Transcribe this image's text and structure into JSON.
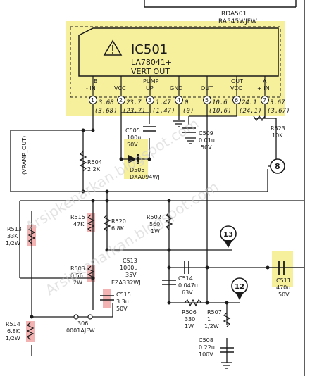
{
  "ic": {
    "ref": "IC501",
    "part": "LA78041+",
    "func": "VERT OUT",
    "header_ref": "RDA501",
    "header_part": "RA545WJFW",
    "pin_labels": {
      "b_in_top": "B",
      "b_in_bottom": "- IN",
      "vcc": "VCC",
      "pump_top": "PUMP",
      "pump_bottom": "UP",
      "gnd": "GND",
      "out": "OUT",
      "outvcc_top": "OUT",
      "outvcc_bottom": "VCC",
      "a_in_top": "A",
      "a_in_bottom": "+ IN"
    },
    "pins": [
      "1",
      "2",
      "3",
      "4",
      "5",
      "6",
      "7"
    ],
    "voltages": [
      "3.68",
      "23.7",
      "1.47",
      "0",
      "10.6",
      "24.1",
      "3.67"
    ],
    "voltages_alt": [
      "(3.68)",
      "(23.7)",
      "(1.47)",
      "(0)",
      "(10.6)",
      "(24.1)",
      "(3.67)"
    ]
  },
  "labels": {
    "vramp": "(VRAMP_OUT)",
    "d505_ref": "D505",
    "d505_part": "DXA094WJ",
    "c505_ref": "C505",
    "c505_val": "100u",
    "c505_v": "50V",
    "c509_ref": "C509",
    "c509_val": "0.01u",
    "c509_v": "50V",
    "r523_ref": "R523",
    "r523_val": "10K",
    "r504_ref": "R504",
    "r504_val": "2.2K",
    "r515_ref": "R515",
    "r515_val": "47K",
    "r520_ref": "R520",
    "r520_val": "6.8K",
    "r502_ref": "R502",
    "r502_val": "560",
    "r502_w": "1W",
    "r513_ref": "R513",
    "r513_val": "33K",
    "r513_w": "1/2W",
    "r503_ref": "R503",
    "r503_val": "0.56",
    "r503_w": "2W",
    "c513_ref": "C513",
    "c513_val": "1000u",
    "c513_v": "35V",
    "c513_part": "EZA332WJ",
    "c514_ref": "C514",
    "c514_val": "0.047u",
    "c514_v": "63V",
    "c515_ref": "C515",
    "c515_val": "3.3u",
    "c515_v": "50V",
    "c511_ref": "C511",
    "c511_val": "470u",
    "c511_v": "50V",
    "r514_ref": "R514",
    "r514_val": "6.8K",
    "r514_w": "1/2W",
    "p306_ref": "306",
    "p306_part": "0001AJFW",
    "r506_ref": "R506",
    "r506_val": "330",
    "r506_w": "1W",
    "r507_ref": "R507",
    "r507_val": "1",
    "r507_w": "1/2W",
    "c508_ref": "C508",
    "c508_val": "0.22u",
    "c508_v": "100V",
    "marker_8": "8",
    "marker_13": "13",
    "marker_12": "12"
  },
  "watermark": [
    "Arsipkenarkan.blogspot.com",
    "Arsipkenarkan.blogspot.com"
  ],
  "colors": {
    "highlight_yellow": "#f6ef9c",
    "highlight_red": "#f4b3b3",
    "ink": "#1a1a1a"
  }
}
